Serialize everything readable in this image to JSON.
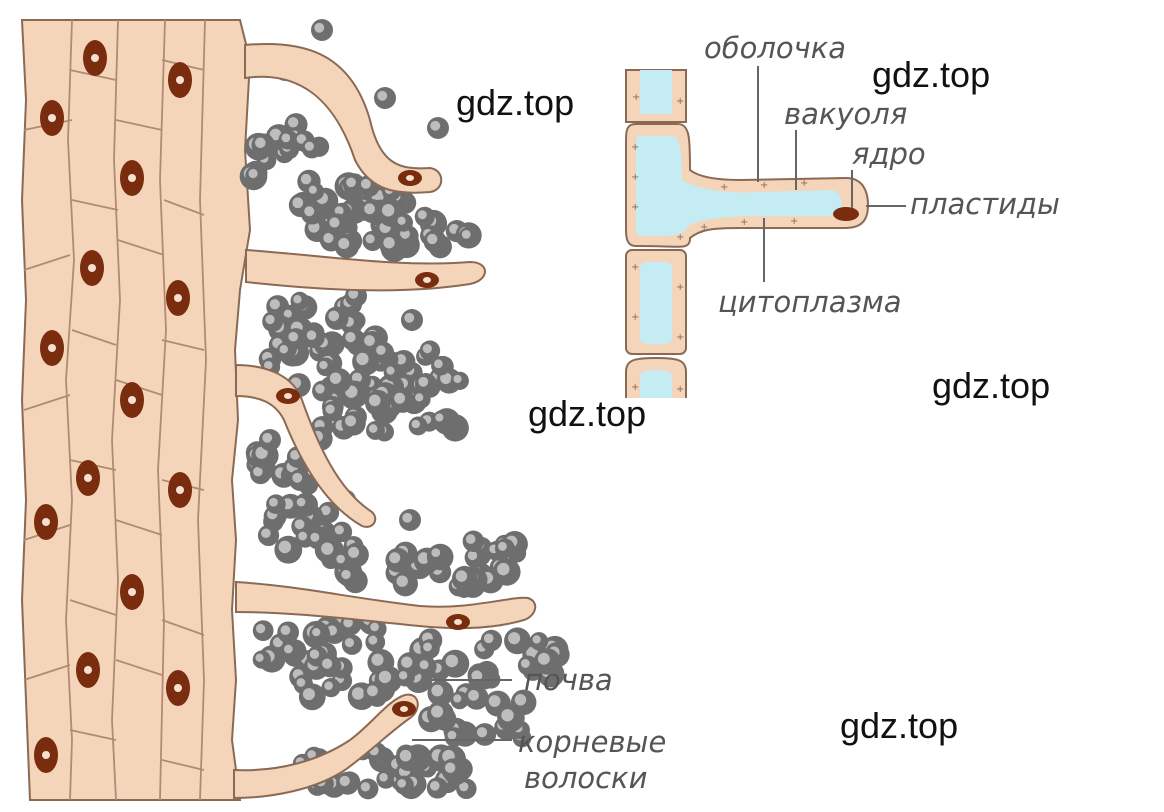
{
  "labels": {
    "membrane": "оболочка",
    "vacuole": "вакуоля",
    "nucleus": "ядро",
    "plastids": "пластиды",
    "cytoplasm": "цитоплазма",
    "soil": "почва",
    "root_hairs_line1": "корневые",
    "root_hairs_line2": "волоски"
  },
  "watermarks": [
    "gdz.top",
    "gdz.top",
    "gdz.top",
    "gdz.top",
    "gdz.top"
  ],
  "colors": {
    "cell_fill": "#f5d5b9",
    "cell_outline": "#8a6a55",
    "nucleus": "#7a2c0e",
    "vacuole": "#c5ecf3",
    "soil_particle": "#6e6e6e",
    "label_text": "#555555",
    "pointer_line": "#666666"
  }
}
